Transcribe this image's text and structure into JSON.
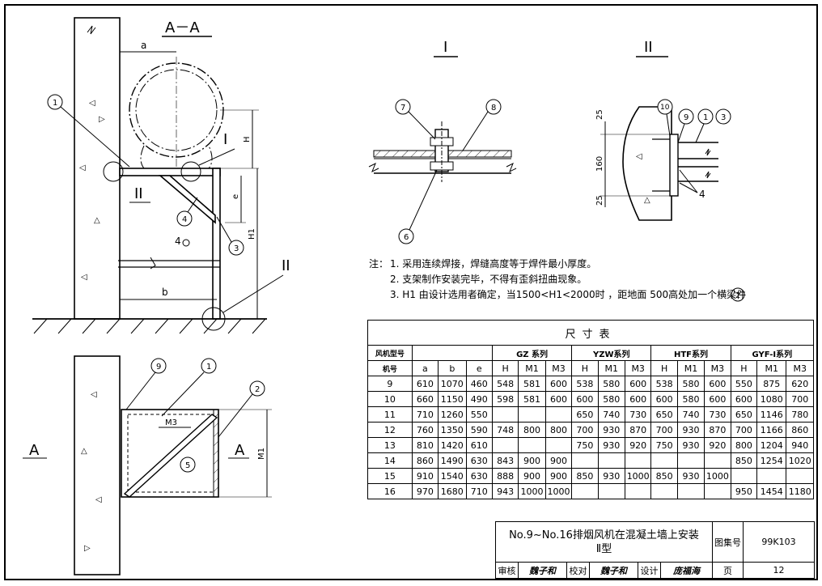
{
  "drawing": {
    "view_aa": "A－A",
    "view_i": "I",
    "view_ii": "II",
    "section_a": "A",
    "dim_a": "a",
    "dim_b": "b",
    "dim_e": "e",
    "dim_h": "H",
    "dim_h1": "H1",
    "dim_m1": "M1",
    "dim_m3": "M3",
    "dim_25_top": "25",
    "dim_160": "160",
    "dim_25_bottom": "25",
    "weld": "4",
    "callouts": [
      "1",
      "2",
      "3",
      "4",
      "5",
      "6",
      "7",
      "8",
      "9",
      "10"
    ],
    "label_i": "I",
    "label_ii": "II"
  },
  "notes": {
    "prefix": "注：",
    "items": [
      "1. 采用连续焊接，焊缝高度等于焊件最小厚度。",
      "2. 支架制作安装完毕，不得有歪斜扭曲现象。",
      "3. H1 由设计选用者确定，当1500<H1<2000时 ，距地面 500高处加一个横梁件"
    ],
    "item3_ref": "2"
  },
  "table": {
    "caption": "尺寸表",
    "fan_model_label": "风机型号",
    "machine_no_label": "机号",
    "groups": [
      "GZ 系列",
      "YZW系列",
      "HTF系列",
      "GYF-Ⅰ系列"
    ],
    "columns": [
      "a",
      "b",
      "e",
      "H",
      "M1",
      "M3",
      "H",
      "M1",
      "M3",
      "H",
      "M1",
      "M3",
      "H",
      "M1",
      "M3"
    ],
    "rows": [
      [
        "9",
        "610",
        "1070",
        "460",
        "548",
        "581",
        "600",
        "538",
        "580",
        "600",
        "538",
        "580",
        "600",
        "550",
        "875",
        "620"
      ],
      [
        "10",
        "660",
        "1150",
        "490",
        "598",
        "581",
        "600",
        "600",
        "580",
        "600",
        "600",
        "580",
        "600",
        "600",
        "1080",
        "700"
      ],
      [
        "11",
        "710",
        "1260",
        "550",
        "",
        "",
        "",
        "650",
        "740",
        "730",
        "650",
        "740",
        "730",
        "650",
        "1146",
        "780"
      ],
      [
        "12",
        "760",
        "1350",
        "590",
        "748",
        "800",
        "800",
        "700",
        "930",
        "870",
        "700",
        "930",
        "870",
        "700",
        "1166",
        "860"
      ],
      [
        "13",
        "810",
        "1420",
        "610",
        "",
        "",
        "",
        "750",
        "930",
        "920",
        "750",
        "930",
        "920",
        "800",
        "1204",
        "940"
      ],
      [
        "14",
        "860",
        "1490",
        "630",
        "843",
        "900",
        "900",
        "",
        "",
        "",
        "",
        "",
        "",
        "850",
        "1254",
        "1020"
      ],
      [
        "15",
        "910",
        "1540",
        "630",
        "888",
        "900",
        "900",
        "850",
        "930",
        "1000",
        "850",
        "930",
        "1000",
        "",
        "",
        ""
      ],
      [
        "16",
        "970",
        "1680",
        "710",
        "943",
        "1000",
        "1000",
        "",
        "",
        "",
        "",
        "",
        "",
        "950",
        "1454",
        "1180"
      ]
    ]
  },
  "title_block": {
    "title_line1": "No.9~No.16排烟风机在混凝土墙上安装",
    "title_line2": "Ⅱ型",
    "atlas_label": "图集号",
    "atlas_no": "99K103",
    "review_label": "审核",
    "review_sig": "魏子和",
    "check_label": "校对",
    "check_sig": "魏子和",
    "design_label": "设计",
    "design_sig": "庞福海",
    "page_label": "页",
    "page_no": "12"
  }
}
